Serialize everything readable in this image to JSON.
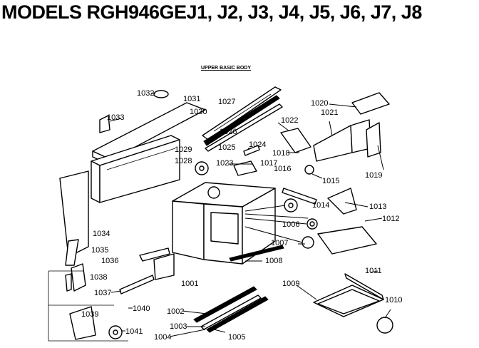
{
  "header": {
    "title": "MODELS RGH946GEJ1, J2, J3, J4, J5, J6, J7, J8",
    "section": "UPPER BASIC BODY"
  },
  "callouts": [
    "1032",
    "1031",
    "1030",
    "1027",
    "1020",
    "1021",
    "1033",
    "1026",
    "1022",
    "1024",
    "1029",
    "1025",
    "1028",
    "1023",
    "1017",
    "1018",
    "1016",
    "1015",
    "1019",
    "1014",
    "1013",
    "1012",
    "1006",
    "1007",
    "1008",
    "1034",
    "1035",
    "1036",
    "1038",
    "1037",
    "1001",
    "1011",
    "1009",
    "1010",
    "1040",
    "1039",
    "1002",
    "1003",
    "1004",
    "1041",
    "1005"
  ]
}
